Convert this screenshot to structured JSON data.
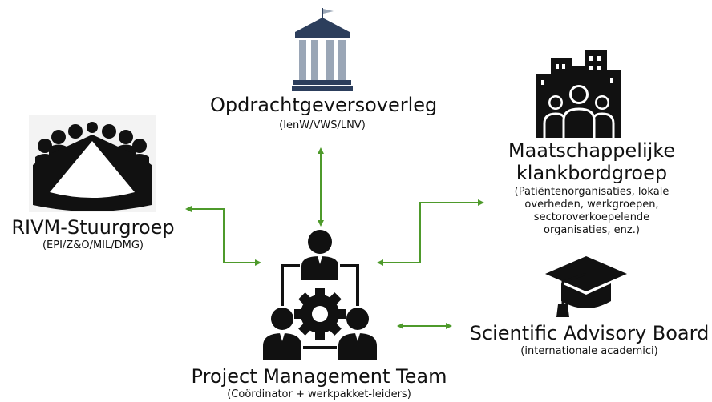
{
  "nodes": {
    "opdracht": {
      "title": "Opdrachtgeversoverleg",
      "subtitle": "(IenW/VWS/LNV)"
    },
    "rivm": {
      "title": "RIVM-Stuurgroep",
      "subtitle": "(EPI/Z&O/MIL/DMG)"
    },
    "klankbord": {
      "title_line1": "Maatschappelijke",
      "title_line2": "klankbordgroep",
      "subtitle_lines": [
        "(Patiëntenorganisaties, lokale",
        "overheden, werkgroepen,",
        "sectoroverkoepelende",
        "organisaties, enz.)"
      ]
    },
    "sab": {
      "title": "Scientific Advisory Board",
      "subtitle": "(internationale academici)"
    },
    "pmt": {
      "title": "Project Management Team",
      "subtitle": "(Coördinator + werkpakket-leiders)"
    }
  },
  "icons": {
    "opdracht": "government-building-icon",
    "rivm": "meeting-table-icon",
    "klankbord": "community-group-icon",
    "sab": "graduation-cap-icon",
    "pmt": "team-management-icon"
  },
  "colors": {
    "arrow": "#4e9a2b",
    "building": "#2c3e5c",
    "building_light": "#9aa6b6",
    "icon_dark": "#111111"
  }
}
